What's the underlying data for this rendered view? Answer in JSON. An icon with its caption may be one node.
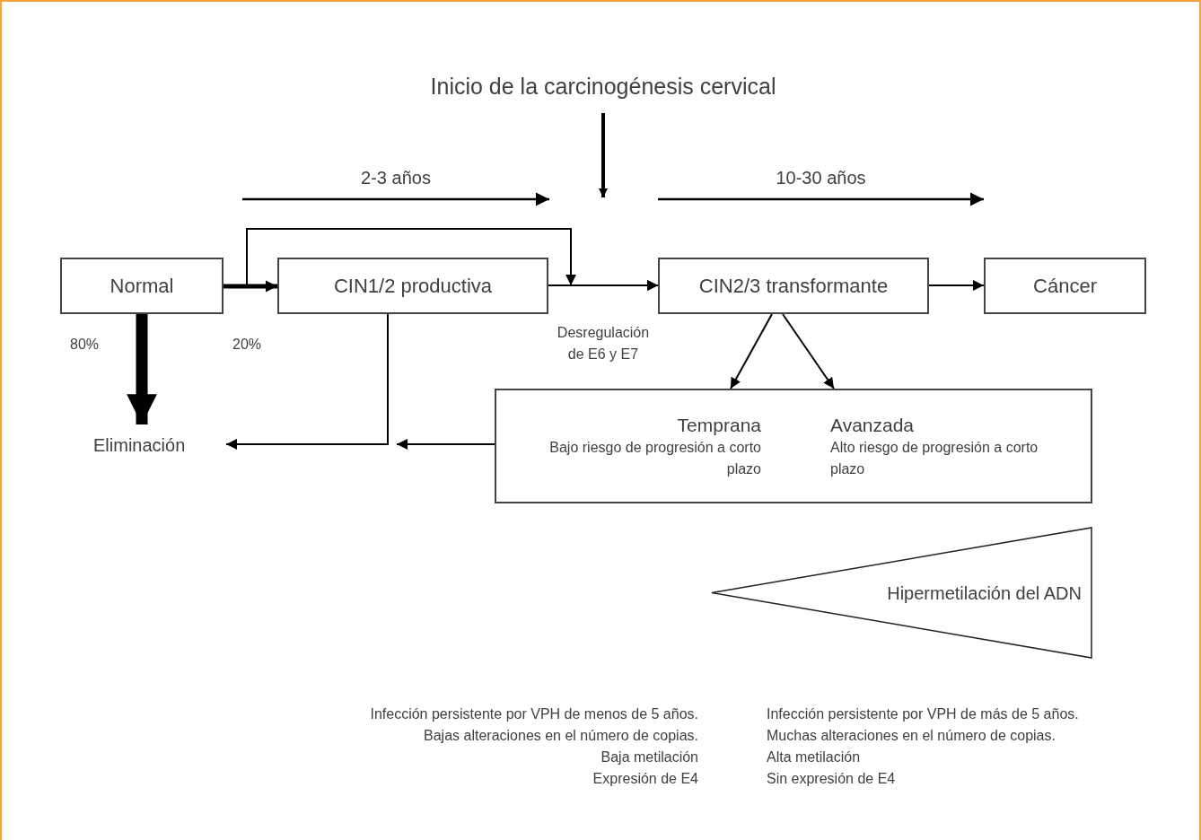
{
  "diagram": {
    "title": "Inicio de la carcinogénesis cervical",
    "nodes": [
      {
        "text": [
          "Normal"
        ]
      },
      {
        "text": [
          "CIN1/2 productiva"
        ]
      },
      {
        "text": [
          "CIN2/3 transformante"
        ]
      },
      {
        "text": [
          "Cáncer"
        ]
      },
      {
        "text": [
          "Temprana",
          "Bajo riesgo de progresión a corto plazo",
          "Avanzada",
          "Alto riesgo de progresión a corto plazo"
        ]
      },
      {
        "text": [
          "Eliminación"
        ]
      },
      {
        "text": [
          "Hipermetilación del ADN"
        ]
      }
    ],
    "edges": [
      {
        "from": 0,
        "to": 1,
        "arrow": "to",
        "style": "thick"
      },
      {
        "from": 0,
        "to": 2,
        "arrow": "to"
      },
      {
        "from": 1,
        "to": 2,
        "arrow": "to"
      },
      {
        "from": 2,
        "to": 3,
        "arrow": "to"
      },
      {
        "from": 2,
        "to": 4,
        "arrow": "to"
      },
      {
        "from": 2,
        "to": 4,
        "arrow": "to"
      },
      {
        "from": 0,
        "to": 5,
        "arrow": "to",
        "style": "thick"
      },
      {
        "from": 1,
        "to": 5,
        "arrow": "to"
      },
      {
        "from": 4,
        "to": null,
        "arrow": "to"
      }
    ],
    "labels": [
      "2-3 años",
      "10-30 años",
      "80%",
      "20%",
      "Desregulación de E6 y E7",
      "Infección persistente por VPH de menos de 5 años.",
      "Bajas alteraciones en el número de copias.",
      "Baja metilación",
      "Expresión de E4",
      "Infección persistente por VPH de más de 5 años.",
      "Muchas alteraciones en el número de copias.",
      "Alta metilación",
      "Sin expresión de E4"
    ]
  }
}
